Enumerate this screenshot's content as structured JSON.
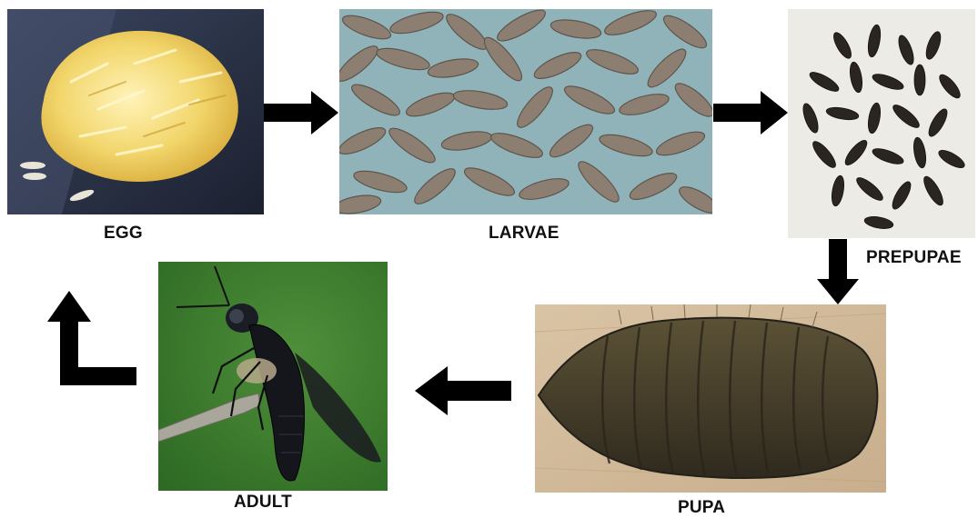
{
  "stages": {
    "egg": {
      "label": "EGG"
    },
    "larvae": {
      "label": "LARVAE"
    },
    "prepupae": {
      "label": "PREPUPAE"
    },
    "pupa": {
      "label": "PUPA"
    },
    "adult": {
      "label": "ADULT"
    }
  },
  "icons": {
    "arrow": "arrow-icon",
    "return": "return-arrow-icon"
  },
  "colors": {
    "arrow": "#000000",
    "label": "#111111",
    "background": "#ffffff"
  }
}
